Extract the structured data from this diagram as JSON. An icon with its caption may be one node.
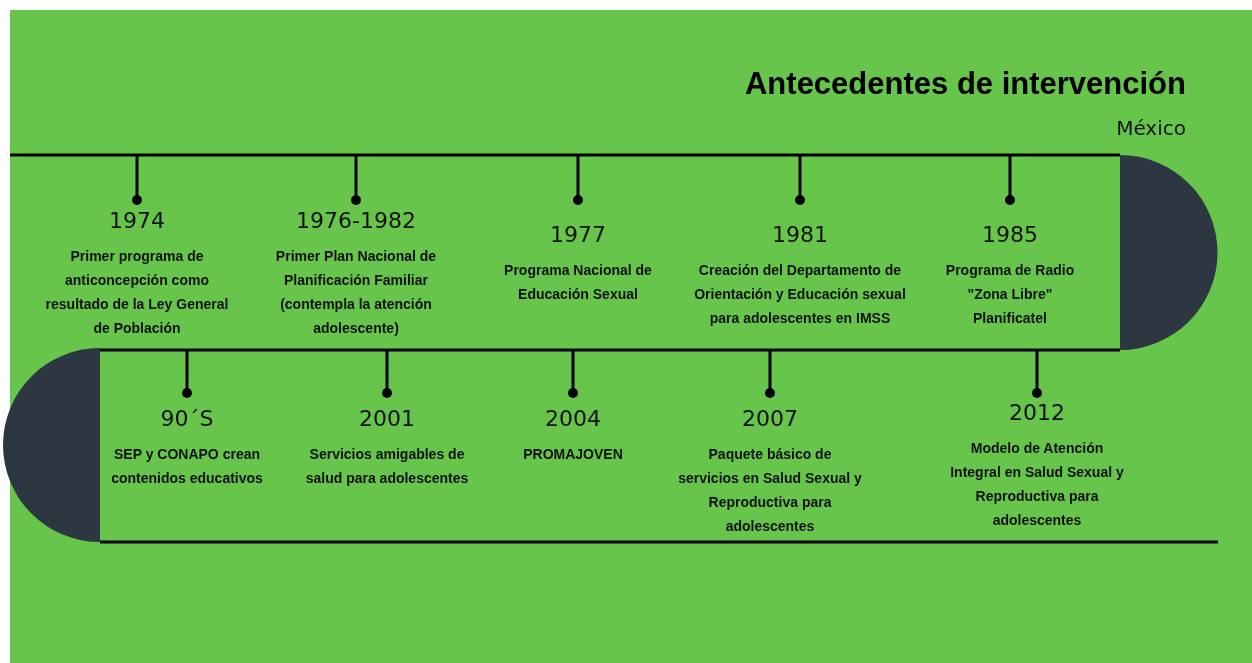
{
  "diagram": {
    "title": "Antecedentes de intervención",
    "labels": [
      "México",
      "1974",
      "Primer programa de anticoncepción como resultado de la Ley General de Población",
      "1976-1982",
      "Primer Plan Nacional de Planificación Familiar (contempla la atención adolescente)",
      "1977",
      "Programa Nacional de Educación Sexual",
      "1981",
      "Creación del Departamento de Orientación y Educación sexual para adolescentes en IMSS",
      "1985",
      "Programa de Radio \"Zona Libre\" Planificatel",
      "90´S",
      "SEP y CONAPO crean contenidos educativos",
      "2001",
      "Servicios amigables de salud para adolescentes",
      "2004",
      "PROMAJOVEN",
      "2007",
      "Paquete básico de servicios en Salud Sexual y Reproductiva para adolescentes",
      "2012",
      "Modelo de Atención Integral en Salud Sexual y Reproductiva para adolescentes"
    ]
  }
}
